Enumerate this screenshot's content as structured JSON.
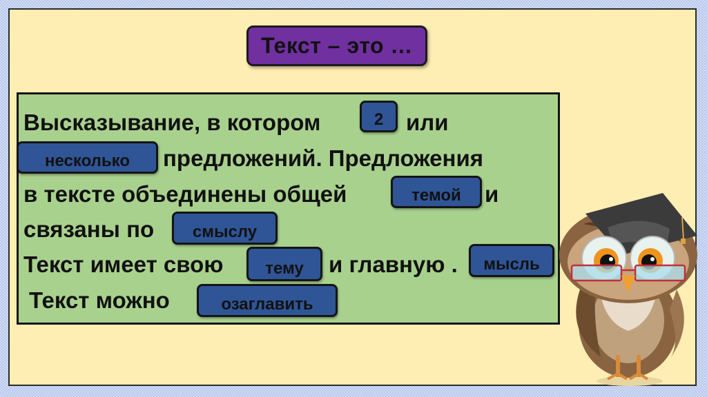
{
  "slide": {
    "title": "Текст – это …",
    "lines": [
      {
        "id": "line1a",
        "text": "Высказывание, в котором"
      },
      {
        "id": "line1b",
        "text": "или"
      },
      {
        "id": "line2",
        "text": "предложений. Предложения"
      },
      {
        "id": "line3a",
        "text": "в тексте объединены общей"
      },
      {
        "id": "line3b",
        "text": "и"
      },
      {
        "id": "line4",
        "text": "связаны по"
      },
      {
        "id": "line5a",
        "text": "Текст имеет свою"
      },
      {
        "id": "line5b",
        "text": "и главную ."
      },
      {
        "id": "line6",
        "text": "Текст можно"
      }
    ],
    "answer_chips": [
      {
        "label": "2"
      },
      {
        "label": "несколько"
      },
      {
        "label": "темой"
      },
      {
        "label": "смыслу"
      },
      {
        "label": "тему"
      },
      {
        "label": "мысль"
      },
      {
        "label": "озаглавить"
      }
    ],
    "illustration": "owl-with-graduation-cap-and-glasses"
  },
  "colors": {
    "frame": "#b9c8ec",
    "slide_background": "#ffeeb3",
    "title_box": "#7030a0",
    "panel": "#a9d18e",
    "chip": "#2f5597",
    "text": "#111111"
  }
}
